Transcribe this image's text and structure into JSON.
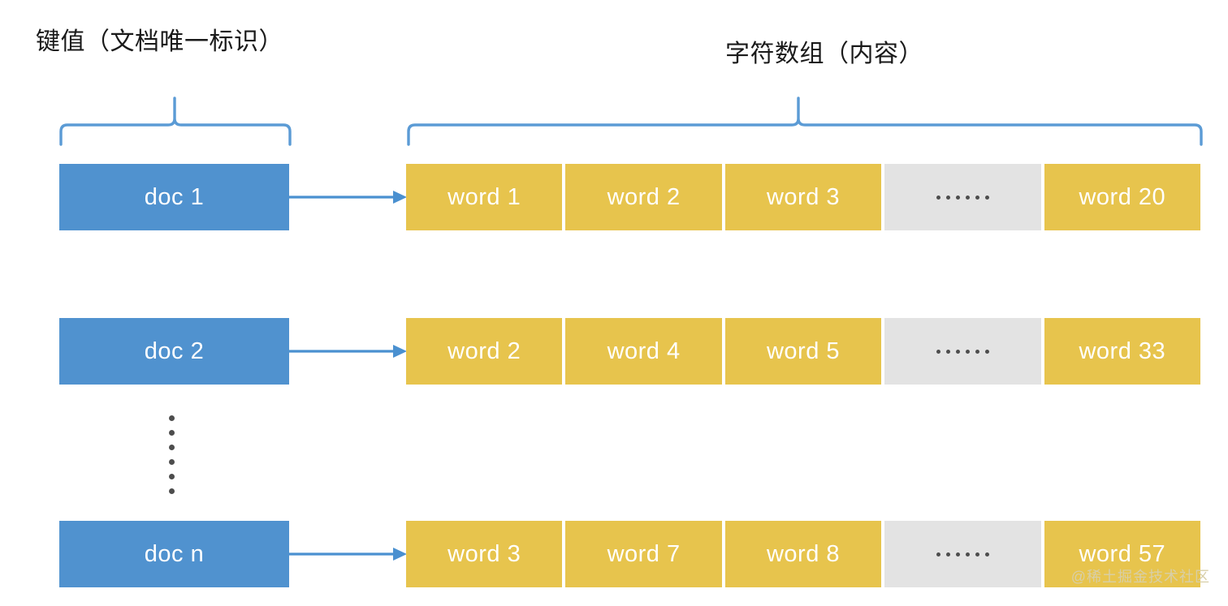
{
  "diagram": {
    "labels": {
      "key_label": "键值（文档唯一标识）",
      "value_label": "字符数组（内容）"
    },
    "colors": {
      "doc_blue": "#5092CF",
      "word_yellow": "#E7C44D",
      "ellipsis_gray": "#E3E3E3",
      "brace_blue": "#5B9BD5",
      "arrow_blue": "#4A90D0",
      "text_white": "#FFFFFF",
      "label_black": "#1A1A1A"
    },
    "rows": [
      {
        "doc": "doc 1",
        "cells": [
          {
            "text": "word 1",
            "type": "word"
          },
          {
            "text": "word 2",
            "type": "word"
          },
          {
            "text": "word 3",
            "type": "word"
          },
          {
            "text": "……",
            "type": "ellipsis"
          },
          {
            "text": "word 20",
            "type": "word"
          }
        ]
      },
      {
        "doc": "doc 2",
        "cells": [
          {
            "text": "word 2",
            "type": "word"
          },
          {
            "text": "word 4",
            "type": "word"
          },
          {
            "text": "word 5",
            "type": "word"
          },
          {
            "text": "……",
            "type": "ellipsis"
          },
          {
            "text": "word 33",
            "type": "word"
          }
        ]
      },
      {
        "doc": "doc n",
        "cells": [
          {
            "text": "word 3",
            "type": "word"
          },
          {
            "text": "word 7",
            "type": "word"
          },
          {
            "text": "word 8",
            "type": "word"
          },
          {
            "text": "……",
            "type": "ellipsis"
          },
          {
            "text": "word 57",
            "type": "word"
          }
        ]
      }
    ],
    "vertical_ellipsis_dot_count": 6,
    "watermark": "@稀土掘金技术社区"
  }
}
